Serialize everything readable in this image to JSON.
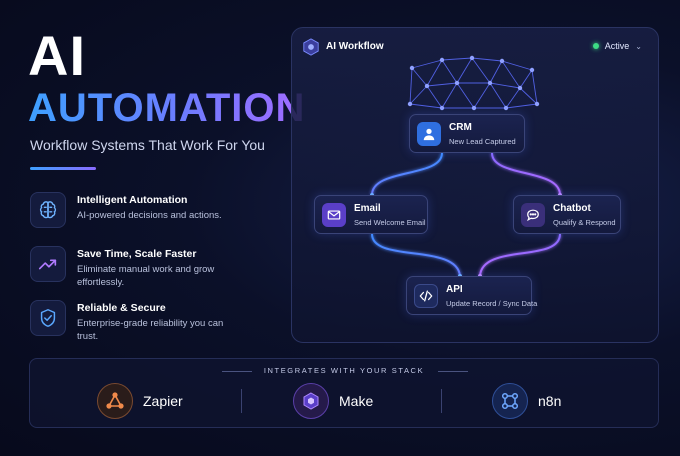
{
  "hero": {
    "title_line1": "AI",
    "title_line2": "AUTOMATION",
    "subtitle": "Workflow Systems That Work For You"
  },
  "features": [
    {
      "icon": "brain-icon",
      "title": "Intelligent Automation",
      "description": "AI-powered decisions and actions."
    },
    {
      "icon": "trend-up-icon",
      "title": "Save Time, Scale Faster",
      "description": "Eliminate manual work and grow effortlessly."
    },
    {
      "icon": "shield-check-icon",
      "title": "Reliable & Secure",
      "description": "Enterprise-grade reliability you can trust."
    }
  ],
  "workflow_panel": {
    "title": "AI Workflow",
    "status": "Active",
    "nodes": {
      "crm": {
        "name": "CRM",
        "detail": "New Lead Captured",
        "icon": "user-icon"
      },
      "email": {
        "name": "Email",
        "detail": "Send Welcome Email",
        "icon": "mail-icon"
      },
      "chatbot": {
        "name": "Chatbot",
        "detail": "Qualify & Respond",
        "icon": "chat-icon"
      },
      "api": {
        "name": "API",
        "detail": "Update Record / Sync Data",
        "icon": "code-icon"
      }
    }
  },
  "integrations": {
    "label": "INTEGRATES WITH YOUR STACK",
    "tools": [
      {
        "name": "Zapier",
        "icon": "zapier-icon",
        "color": "#f08a4b"
      },
      {
        "name": "Make",
        "icon": "make-icon",
        "color": "#9a6bff"
      },
      {
        "name": "n8n",
        "icon": "n8n-icon",
        "color": "#4d8dff"
      }
    ]
  },
  "colors": {
    "accent_blue": "#3ea0ff",
    "accent_purple": "#a26bff",
    "status_green": "#3ddc84",
    "background": "#0b1029"
  }
}
